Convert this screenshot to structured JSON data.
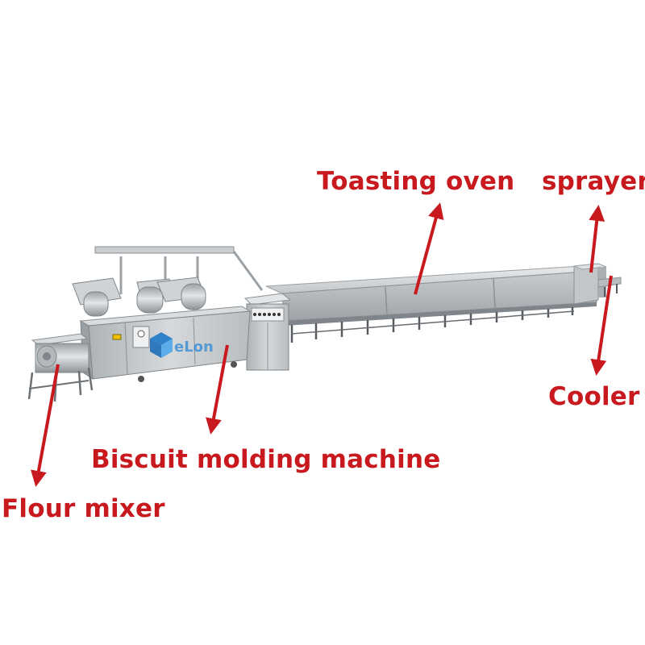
{
  "labels": {
    "toasting_oven": "Toasting oven",
    "sprayer": "sprayer",
    "cooler": "Cooler",
    "molding_machine": "Biscuit molding machine",
    "flour_mixer": "Flour mixer"
  },
  "logo": {
    "text": "eLon"
  },
  "colors": {
    "label": "#c8191e",
    "arrow": "#c8191e",
    "steel_light": "#dcdfe1",
    "steel_mid": "#b5babd",
    "steel_dark": "#8e9497",
    "logo_blue": "#1f77c9"
  }
}
